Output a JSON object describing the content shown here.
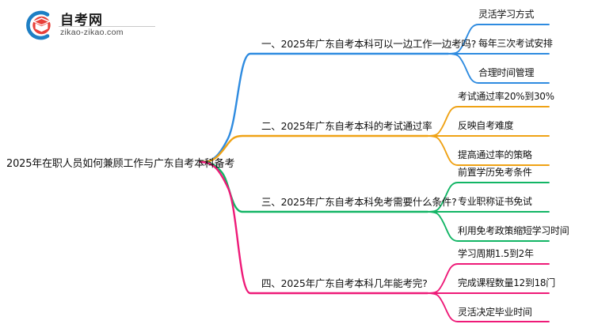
{
  "logo": {
    "icon": "graduation-cap-in-circle-logo",
    "brand": "自考网",
    "url": "zikao-zikao.com",
    "circle_color": "#1E7FC4",
    "cap_color": "#E8403A"
  },
  "mindmap": {
    "root": "2025年在职人员如何兼顾工作与广东自考本科备考",
    "branches": [
      {
        "id": "branch-1",
        "color": "#2E8BE0",
        "topic": "一、2025年广东自考本科可以一边工作一边考吗?",
        "children": [
          "灵活学习方式",
          "每年三次考试安排",
          "合理时间管理"
        ]
      },
      {
        "id": "branch-2",
        "color": "#EFA215",
        "topic": "二、2025年广东自考本科的考试通过率",
        "children": [
          "考试通过率20%到30%",
          "反映自考难度",
          "提高通过率的策略"
        ]
      },
      {
        "id": "branch-3",
        "color": "#12B565",
        "topic": "三、2025年广东自考本科免考需要什么条件?",
        "children": [
          "前置学历免考条件",
          "专业职称证书免试",
          "利用免考政策缩短学习时间"
        ]
      },
      {
        "id": "branch-4",
        "color": "#EE1A78",
        "topic": "四、2025年广东自考本科几年能考完?",
        "children": [
          "学习周期1.5到2年",
          "完成课程数量12到18门",
          "灵活决定毕业时间"
        ]
      }
    ]
  }
}
